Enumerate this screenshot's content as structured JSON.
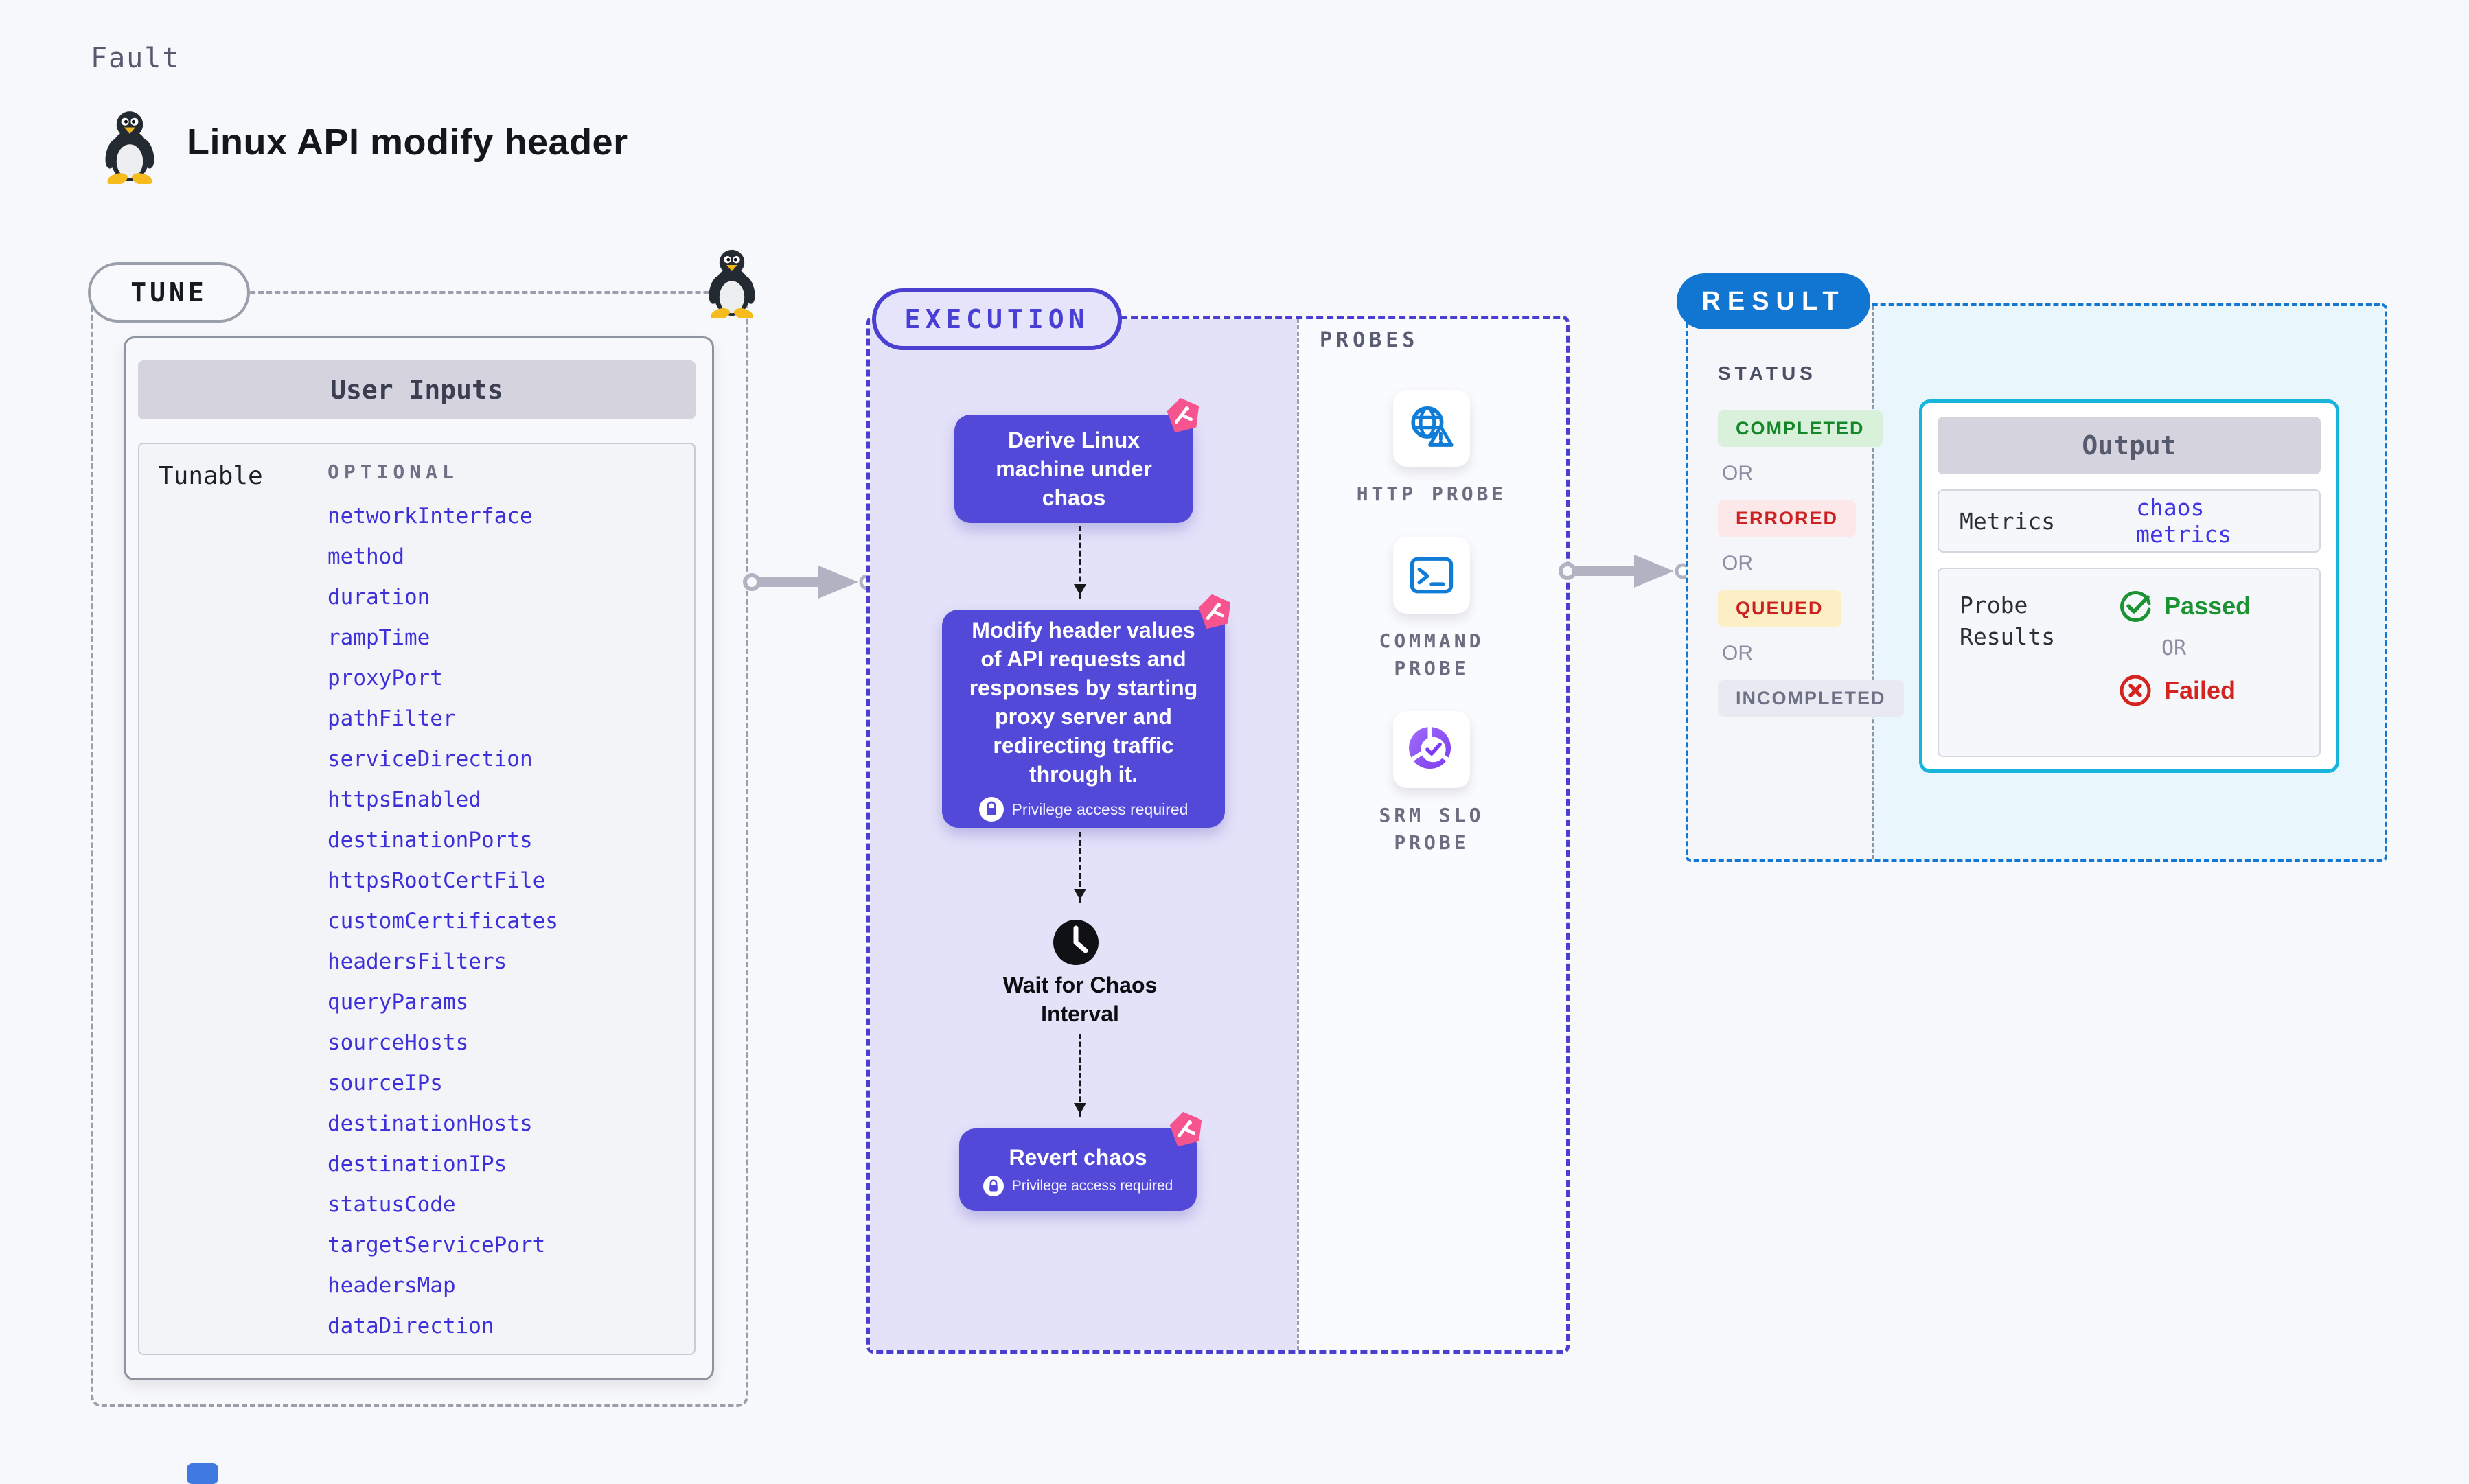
{
  "page": {
    "kicker": "Fault",
    "title": "Linux API modify header"
  },
  "tune": {
    "badge": "TUNE",
    "table": {
      "header": "User Inputs",
      "row_label": "Tunable",
      "column_label": "OPTIONAL",
      "tunables": [
        "networkInterface",
        "method",
        "duration",
        "rampTime",
        "proxyPort",
        "pathFilter",
        "serviceDirection",
        "httpsEnabled",
        "destinationPorts",
        "httpsRootCertFile",
        "customCertificates",
        "headersFilters",
        "queryParams",
        "sourceHosts",
        "sourceIPs",
        "destinationHosts",
        "destinationIPs",
        "statusCode",
        "targetServicePort",
        "headersMap",
        "dataDirection"
      ]
    }
  },
  "execution": {
    "badge": "EXECUTION",
    "steps": {
      "derive": "Derive Linux machine under chaos",
      "inject": "Modify header values of API requests and responses by starting proxy server and redirecting traffic through it.",
      "privilege_note": "Privilege access required",
      "wait": "Wait for Chaos Interval",
      "revert": "Revert chaos"
    }
  },
  "probes": {
    "label": "PROBES",
    "items": [
      {
        "name": "HTTP PROBE",
        "icon": "globe-alert-icon"
      },
      {
        "name": "COMMAND PROBE",
        "icon": "terminal-icon"
      },
      {
        "name": "SRM SLO PROBE",
        "icon": "slo-donut-icon"
      }
    ]
  },
  "result": {
    "badge": "RESULT",
    "status_label": "STATUS",
    "or_label": "OR",
    "statuses": [
      {
        "key": "completed",
        "label": "COMPLETED",
        "bg": "#d9f1da",
        "color": "#15862a"
      },
      {
        "key": "errored",
        "label": "ERRORED",
        "bg": "#fce8e8",
        "color": "#cb2121"
      },
      {
        "key": "queued",
        "label": "QUEUED",
        "bg": "#fcefc5",
        "color": "#cb2121"
      },
      {
        "key": "incompleted",
        "label": "INCOMPLETED",
        "bg": "#e9eaf1",
        "color": "#6d7186"
      }
    ],
    "output": {
      "header": "Output",
      "metrics_label": "Metrics",
      "metrics_value": "chaos metrics",
      "probe_results_label": "Probe Results",
      "passed": "Passed",
      "failed": "Failed"
    }
  },
  "colors": {
    "background": "#f7f8fb",
    "indigo_border": "#4a3fd0",
    "purple_step": "#5349d8",
    "purple_fill": "#e4e2f9",
    "pink_chaos": "#f5548e",
    "result_blue": "#1176d2",
    "cyan_border": "#19b4db",
    "link_indigo": "#3e30d8",
    "gray_dashed": "#9aa0ab",
    "arrow_gray": "#b3b2c3"
  }
}
